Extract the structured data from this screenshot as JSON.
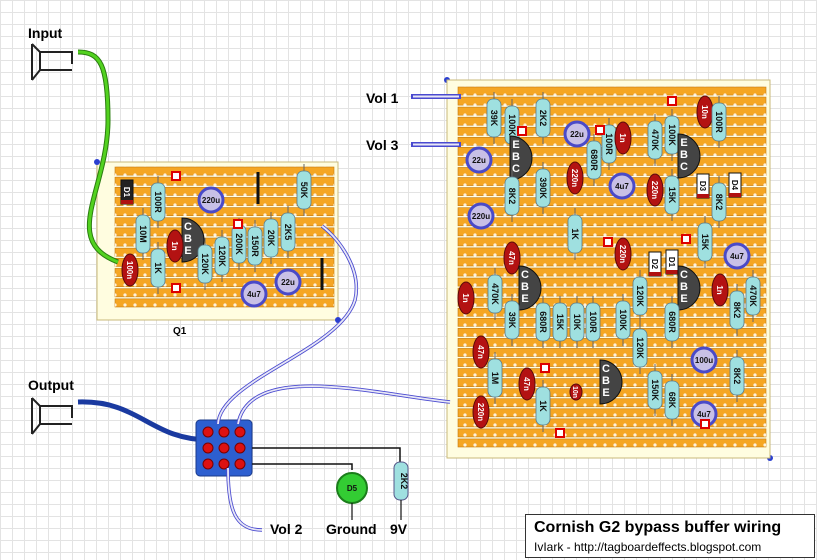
{
  "labels": {
    "input": "Input",
    "output": "Output",
    "vol1": "Vol 1",
    "vol3": "Vol 3",
    "vol2": "Vol 2",
    "ground": "Ground",
    "nine_v": "9V",
    "q1": "Q1"
  },
  "title": "Cornish G2 bypass buffer wiring",
  "credit": "IvIark - http://tagboardeffects.blogspot.com",
  "colors": {
    "board": "#f5a623",
    "strip": "#c47a10",
    "resistor": "#9fe0e0",
    "electrolytic_cap": "#4a4ac8",
    "film_cap": "#b31212",
    "transistor": "#444444",
    "input_wire": "#44c21a",
    "output_wire": "#1a3aa0",
    "led": "#33cc33"
  },
  "small_board": {
    "parts": [
      {
        "type": "diode",
        "label": "D1"
      },
      {
        "type": "res",
        "label": "100R"
      },
      {
        "type": "res",
        "label": "10M"
      },
      {
        "type": "res",
        "label": "1K"
      },
      {
        "type": "cap",
        "label": "100n"
      },
      {
        "type": "transistor",
        "label": "CBE"
      },
      {
        "type": "ecap",
        "label": "220u"
      },
      {
        "type": "cap",
        "label": "1n"
      },
      {
        "type": "res",
        "label": "120K"
      },
      {
        "type": "res",
        "label": "120K"
      },
      {
        "type": "res",
        "label": "200K"
      },
      {
        "type": "res",
        "label": "150R"
      },
      {
        "type": "res",
        "label": "20K"
      },
      {
        "type": "res",
        "label": "2K5"
      },
      {
        "type": "res",
        "label": "50K"
      },
      {
        "type": "ecap",
        "label": "4u7"
      },
      {
        "type": "ecap",
        "label": "22u"
      }
    ]
  },
  "big_board": {
    "parts": [
      {
        "type": "res",
        "label": "39K"
      },
      {
        "type": "res",
        "label": "100K"
      },
      {
        "type": "res",
        "label": "2K2"
      },
      {
        "type": "ecap",
        "label": "22u"
      },
      {
        "type": "ecap",
        "label": "22u"
      },
      {
        "type": "transistor",
        "label": "EBC"
      },
      {
        "type": "res",
        "label": "8K2"
      },
      {
        "type": "res",
        "label": "390K"
      },
      {
        "type": "cap",
        "label": "220n"
      },
      {
        "type": "res",
        "label": "680R"
      },
      {
        "type": "res",
        "label": "100R"
      },
      {
        "type": "cap",
        "label": "1n"
      },
      {
        "type": "ecap",
        "label": "4u7"
      },
      {
        "type": "res",
        "label": "470K"
      },
      {
        "type": "cap",
        "label": "220n"
      },
      {
        "type": "res",
        "label": "100K"
      },
      {
        "type": "res",
        "label": "15K"
      },
      {
        "type": "transistor",
        "label": "EBC"
      },
      {
        "type": "cap",
        "label": "10n"
      },
      {
        "type": "res",
        "label": "100R"
      },
      {
        "type": "diode",
        "label": "D3"
      },
      {
        "type": "diode",
        "label": "D4"
      },
      {
        "type": "res",
        "label": "8K2"
      },
      {
        "type": "ecap",
        "label": "220u"
      },
      {
        "type": "res",
        "label": "1K"
      },
      {
        "type": "cap",
        "label": "47n"
      },
      {
        "type": "cap",
        "label": "220n"
      },
      {
        "type": "res",
        "label": "15K"
      },
      {
        "type": "diode",
        "label": "D2"
      },
      {
        "type": "diode",
        "label": "D1"
      },
      {
        "type": "ecap",
        "label": "4u7"
      },
      {
        "type": "cap",
        "label": "1n"
      },
      {
        "type": "res",
        "label": "470K"
      },
      {
        "type": "transistor",
        "label": "CBE"
      },
      {
        "type": "res",
        "label": "39K"
      },
      {
        "type": "res",
        "label": "680R"
      },
      {
        "type": "res",
        "label": "15K"
      },
      {
        "type": "res",
        "label": "10K"
      },
      {
        "type": "res",
        "label": "100R"
      },
      {
        "type": "res",
        "label": "100K"
      },
      {
        "type": "res",
        "label": "120K"
      },
      {
        "type": "transistor",
        "label": "CBE"
      },
      {
        "type": "cap",
        "label": "1n"
      },
      {
        "type": "res",
        "label": "8K2"
      },
      {
        "type": "res",
        "label": "470K"
      },
      {
        "type": "res",
        "label": "680R"
      },
      {
        "type": "cap",
        "label": "47n"
      },
      {
        "type": "res",
        "label": "1M"
      },
      {
        "type": "cap",
        "label": "47n"
      },
      {
        "type": "ecap",
        "label": "100u"
      },
      {
        "type": "cap",
        "label": "220n"
      },
      {
        "type": "res",
        "label": "1K"
      },
      {
        "type": "cap",
        "label": "10n"
      },
      {
        "type": "transistor",
        "label": "CBE"
      },
      {
        "type": "res",
        "label": "120K"
      },
      {
        "type": "res",
        "label": "150K"
      },
      {
        "type": "res",
        "label": "68K"
      },
      {
        "type": "res",
        "label": "8K2"
      },
      {
        "type": "ecap",
        "label": "4u7"
      }
    ]
  },
  "misc": {
    "led_label": "D5",
    "led_res_label": "2K2"
  }
}
